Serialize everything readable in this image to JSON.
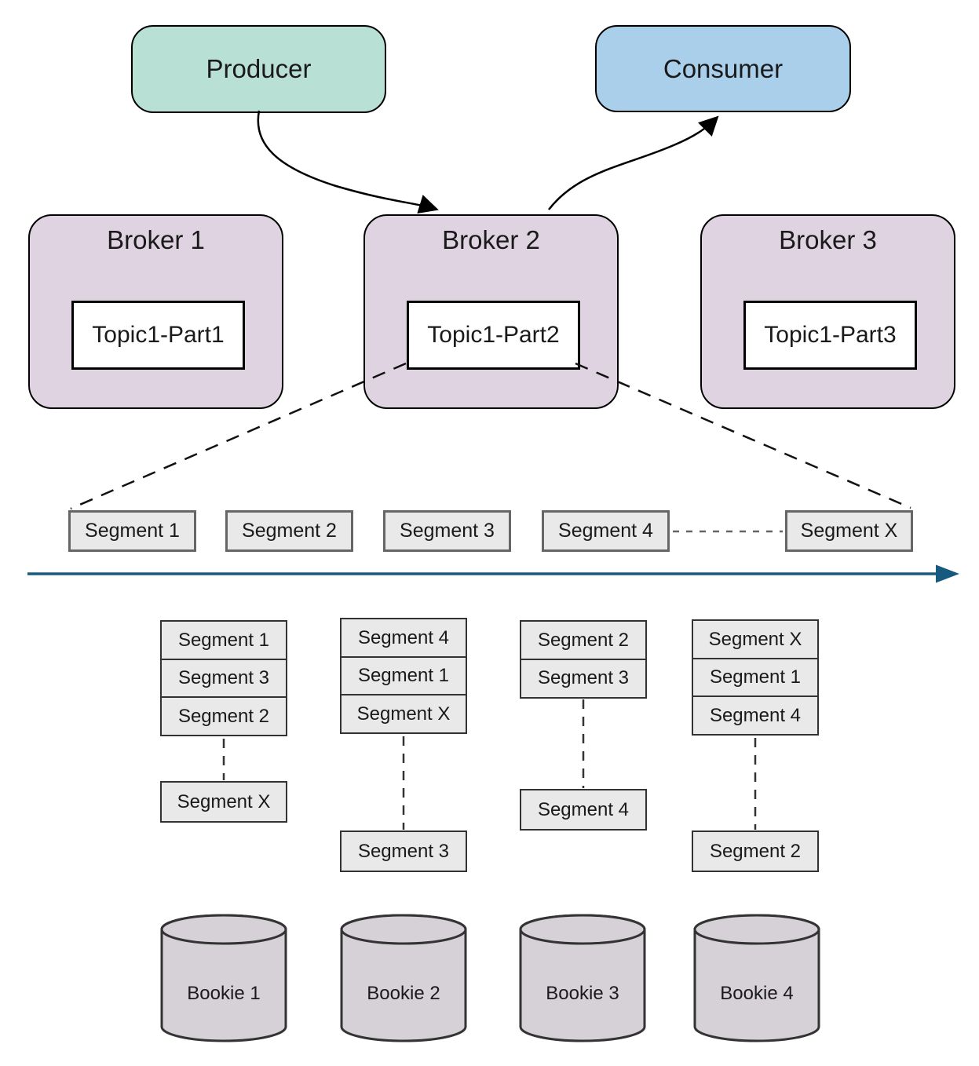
{
  "colors": {
    "producer_fill": "#b9e0d5",
    "consumer_fill": "#a9cfea",
    "broker_fill": "#dfd3e1",
    "topic_fill": "#ffffff",
    "node_border": "#000000",
    "segment_fill": "#e9e9e9",
    "segment_row_border": "#666666",
    "stack_border": "#333333",
    "bookie_fill": "#d5d1d6",
    "bookie_border": "#333333",
    "timeline_color": "#175a80",
    "expand_dash_color": "#111111",
    "gap_dash_color": "#666666"
  },
  "producer": {
    "label": "Producer"
  },
  "consumer": {
    "label": "Consumer"
  },
  "brokers": [
    {
      "title": "Broker 1",
      "topic": "Topic1-Part1"
    },
    {
      "title": "Broker 2",
      "topic": "Topic1-Part2"
    },
    {
      "title": "Broker 3",
      "topic": "Topic1-Part3"
    }
  ],
  "segment_timeline": {
    "segments": [
      "Segment 1",
      "Segment 2",
      "Segment 3",
      "Segment 4",
      "Segment X"
    ]
  },
  "bookie_stacks": [
    {
      "stacked": [
        "Segment 1",
        "Segment 3",
        "Segment 2"
      ],
      "detached": "Segment X"
    },
    {
      "stacked": [
        "Segment 4",
        "Segment 1",
        "Segment X"
      ],
      "detached": "Segment 3"
    },
    {
      "stacked": [
        "Segment 2",
        "Segment 3"
      ],
      "detached": "Segment 4"
    },
    {
      "stacked": [
        "Segment X",
        "Segment 1",
        "Segment 4"
      ],
      "detached": "Segment 2"
    }
  ],
  "bookies": [
    {
      "label": "Bookie 1"
    },
    {
      "label": "Bookie 2"
    },
    {
      "label": "Bookie 3"
    },
    {
      "label": "Bookie 4"
    }
  ]
}
